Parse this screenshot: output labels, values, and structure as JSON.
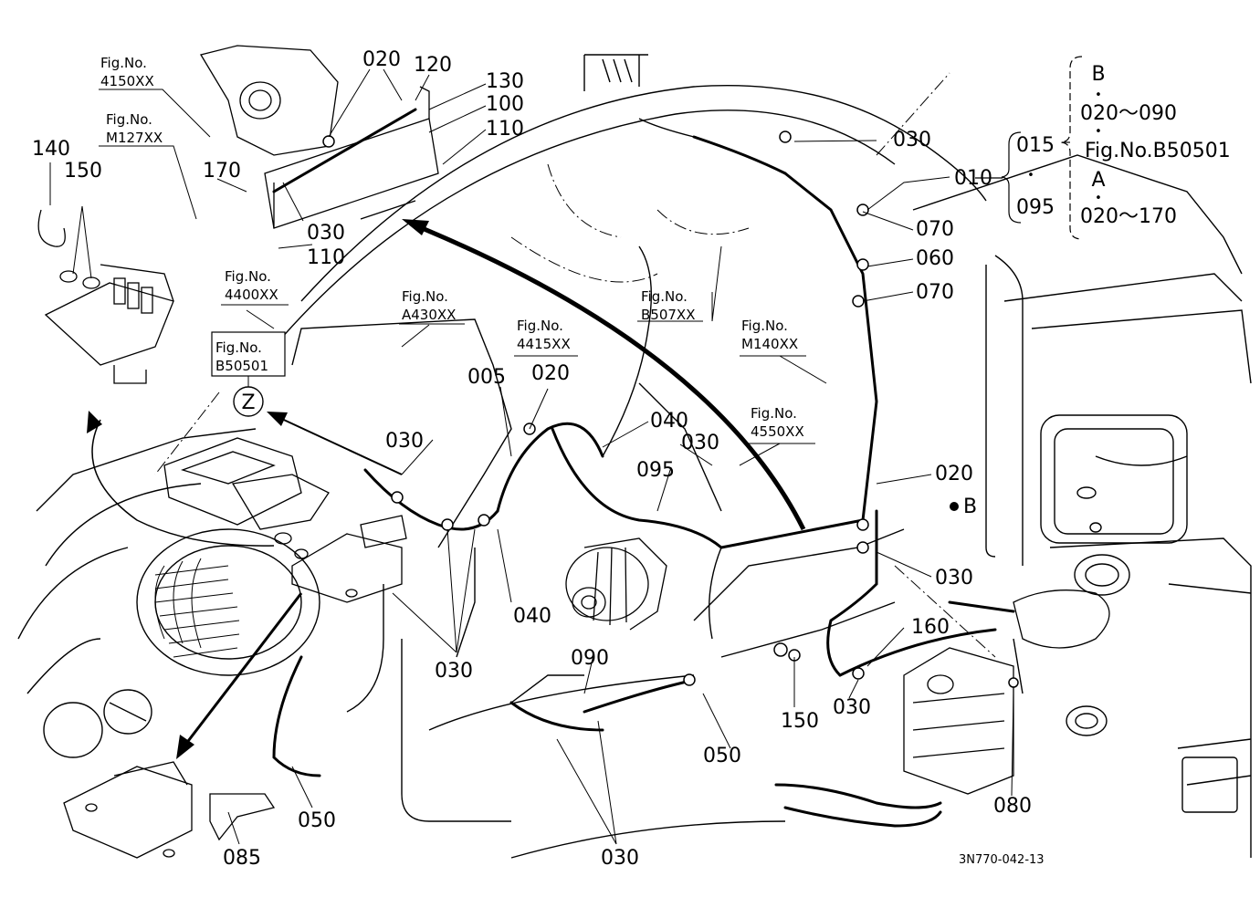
{
  "diagram": {
    "code": "3N770-042-13",
    "part_labels": [
      {
        "id": "l020a",
        "text": "020"
      },
      {
        "id": "l120",
        "text": "120"
      },
      {
        "id": "l130",
        "text": "130"
      },
      {
        "id": "l100",
        "text": "100"
      },
      {
        "id": "l110a",
        "text": "110"
      },
      {
        "id": "l170",
        "text": "170"
      },
      {
        "id": "l030a",
        "text": "030"
      },
      {
        "id": "l110b",
        "text": "110"
      },
      {
        "id": "l140",
        "text": "140"
      },
      {
        "id": "l150a",
        "text": "150"
      },
      {
        "id": "l030b",
        "text": "030"
      },
      {
        "id": "l010",
        "text": "010"
      },
      {
        "id": "l015",
        "text": "015"
      },
      {
        "id": "l095a",
        "text": "095"
      },
      {
        "id": "l070a",
        "text": "070"
      },
      {
        "id": "l060",
        "text": "060"
      },
      {
        "id": "l070b",
        "text": "070"
      },
      {
        "id": "l005",
        "text": "005"
      },
      {
        "id": "l020b",
        "text": "020"
      },
      {
        "id": "l040a",
        "text": "040"
      },
      {
        "id": "l030c",
        "text": "030"
      },
      {
        "id": "l095b",
        "text": "095"
      },
      {
        "id": "l030d",
        "text": "030"
      },
      {
        "id": "l020c",
        "text": "020"
      },
      {
        "id": "l030e",
        "text": "030"
      },
      {
        "id": "l040b",
        "text": "040"
      },
      {
        "id": "l030f",
        "text": "030"
      },
      {
        "id": "l160",
        "text": "160"
      },
      {
        "id": "l090",
        "text": "090"
      },
      {
        "id": "l150b",
        "text": "150"
      },
      {
        "id": "l030g",
        "text": "030"
      },
      {
        "id": "l050a",
        "text": "050"
      },
      {
        "id": "l080",
        "text": "080"
      },
      {
        "id": "l050b",
        "text": "050"
      },
      {
        "id": "l085",
        "text": "085"
      },
      {
        "id": "l030h",
        "text": "030"
      }
    ],
    "figure_refs": [
      {
        "id": "f4150",
        "line1": "Fig.No.",
        "line2": "4150XX"
      },
      {
        "id": "fM127",
        "line1": "Fig.No.",
        "line2": "M127XX"
      },
      {
        "id": "f4400",
        "line1": "Fig.No.",
        "line2": "4400XX"
      },
      {
        "id": "fA430",
        "line1": "Fig.No.",
        "line2": "A430XX"
      },
      {
        "id": "f4415",
        "line1": "Fig.No.",
        "line2": "4415XX"
      },
      {
        "id": "fB507",
        "line1": "Fig.No.",
        "line2": "B507XX"
      },
      {
        "id": "fM140",
        "line1": "Fig.No.",
        "line2": "M140XX"
      },
      {
        "id": "f4550",
        "line1": "Fig.No.",
        "line2": "4550XX"
      },
      {
        "id": "fB505",
        "line1": "Fig.No.",
        "line2": "B50501"
      }
    ],
    "view_marks": {
      "z": "Z",
      "b": "B"
    },
    "legend": {
      "b_letter": "B",
      "b_range": "020～090",
      "b_fig": "Fig.No.B50501",
      "a_letter": "A",
      "a_range": "020～170",
      "dot": "•"
    }
  }
}
